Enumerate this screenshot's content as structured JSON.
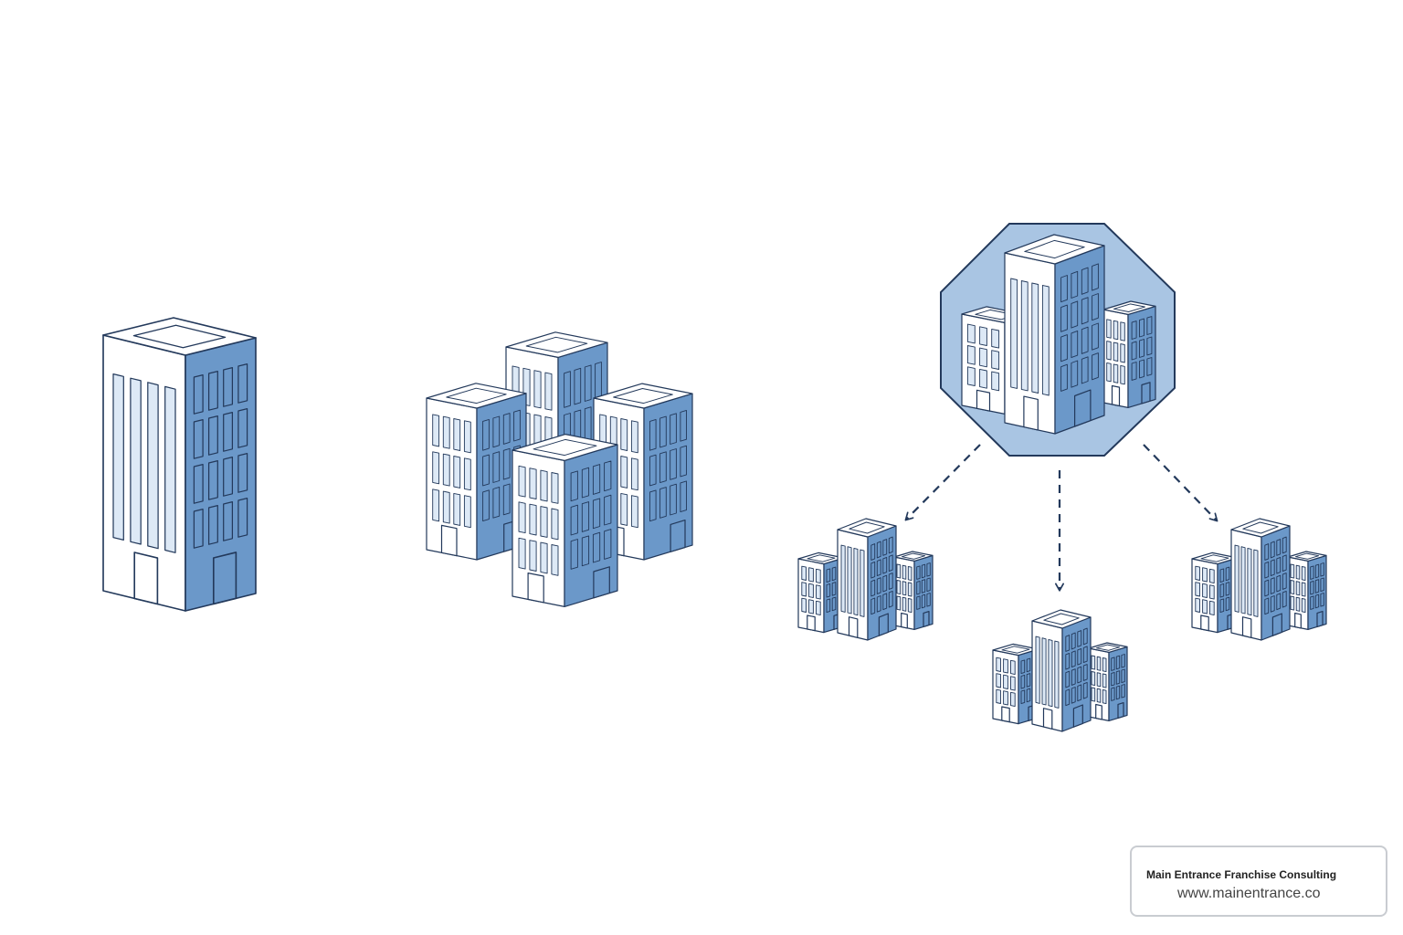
{
  "colors": {
    "stroke": "#23395b",
    "front_face": "#ffffff",
    "side_face": "#6b98c9",
    "window_light": "#dde9f6",
    "hub_fill": "#a9c5e3",
    "arrow": "#23395b"
  },
  "stages": [
    {
      "name": "single-building",
      "icon": "building-icon"
    },
    {
      "name": "building-cluster",
      "icon": "building-cluster-icon"
    },
    {
      "name": "franchise-network",
      "icon": "hub-network-icon"
    }
  ],
  "branding": {
    "company": "Main Entrance Franchise Consulting",
    "url": "www.mainentrance.co"
  }
}
